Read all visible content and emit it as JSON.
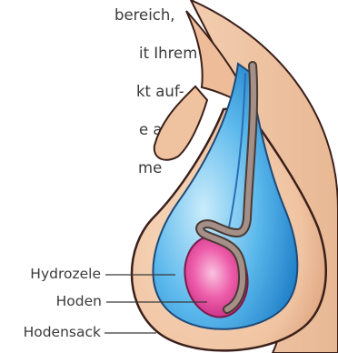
{
  "body_text": {
    "lines": [
      "bereich,",
      "it Ihrem",
      "kt auf-",
      "e auch",
      "me"
    ]
  },
  "labels": {
    "hydrozele": "Hydrozele",
    "hoden": "Hoden",
    "hodensack": "Hodensack"
  },
  "colors": {
    "skin": "#f2c9a7",
    "skin_shade": "#e2ab86",
    "outline": "#3a1f1a",
    "fluid": "#3fa9e6",
    "fluid_light": "#b8e3f7",
    "testis": "#e8439a",
    "testis_light": "#f6a3cf",
    "cord": "#8b7a72"
  }
}
